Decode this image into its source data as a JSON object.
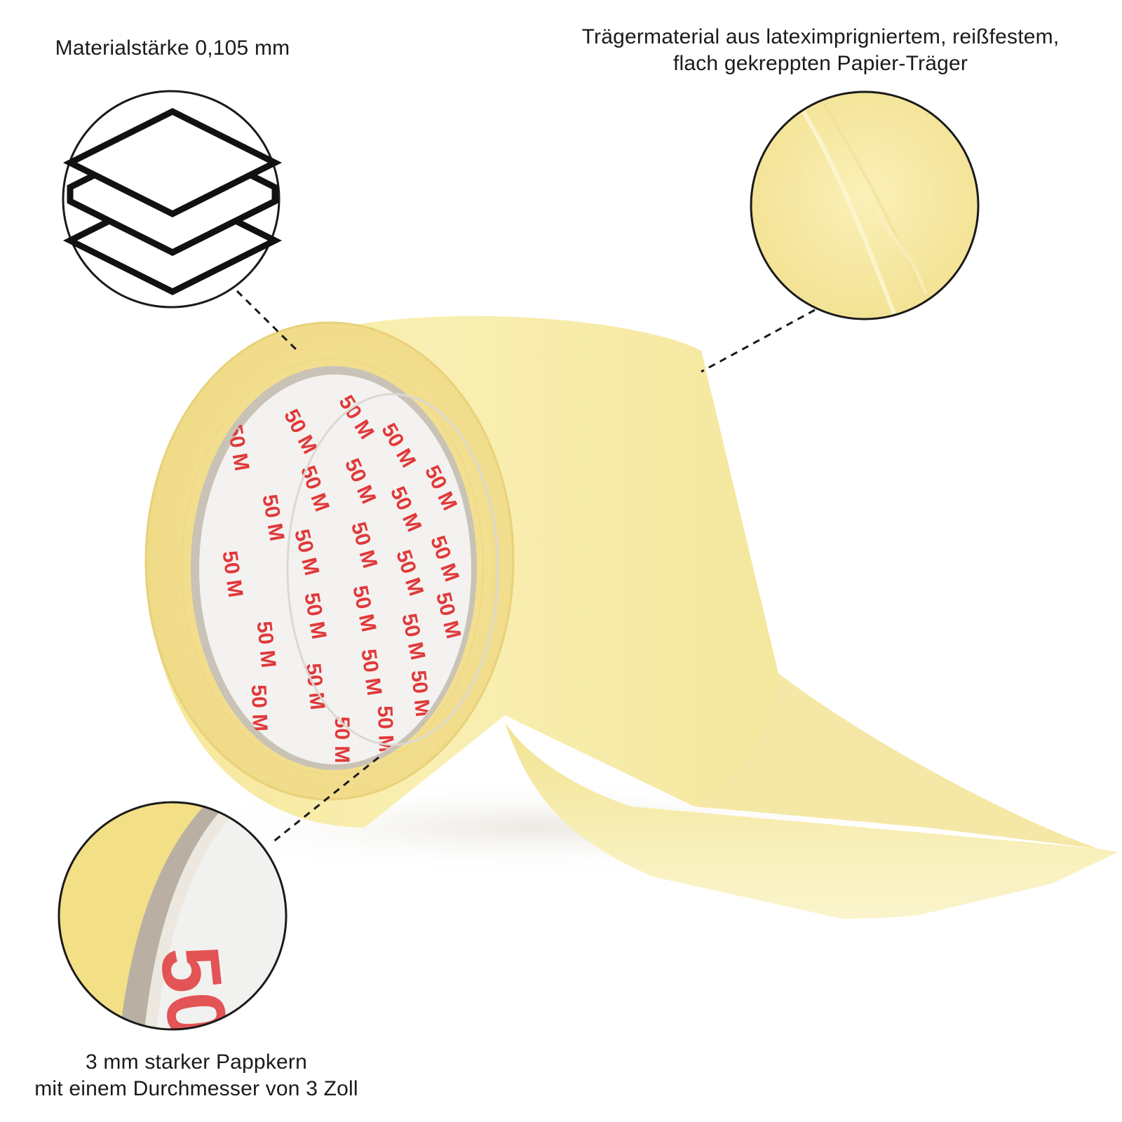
{
  "labels": {
    "thickness": "Materialstärke 0,105 mm",
    "carrier_line1": "Trägermaterial aus lateximprigniertem, reißfestem,",
    "carrier_line2": "flach gekreppten Papier-Träger",
    "core_line1": "3 mm starker Pappkern",
    "core_line2": "mit einem Durchmesser von 3 Zoll"
  },
  "core_print": "50 M",
  "zoom_core_print": "50",
  "icons": {
    "thickness": "stacked-layers-icon"
  },
  "colors": {
    "tape": "#f7ecaa",
    "tape_shadow": "#ecd97f",
    "tape_edge": "#f2dc7f",
    "cardboard": "#c9c2b6",
    "core_print": "#e0393a",
    "text": "#1a1a1a"
  }
}
